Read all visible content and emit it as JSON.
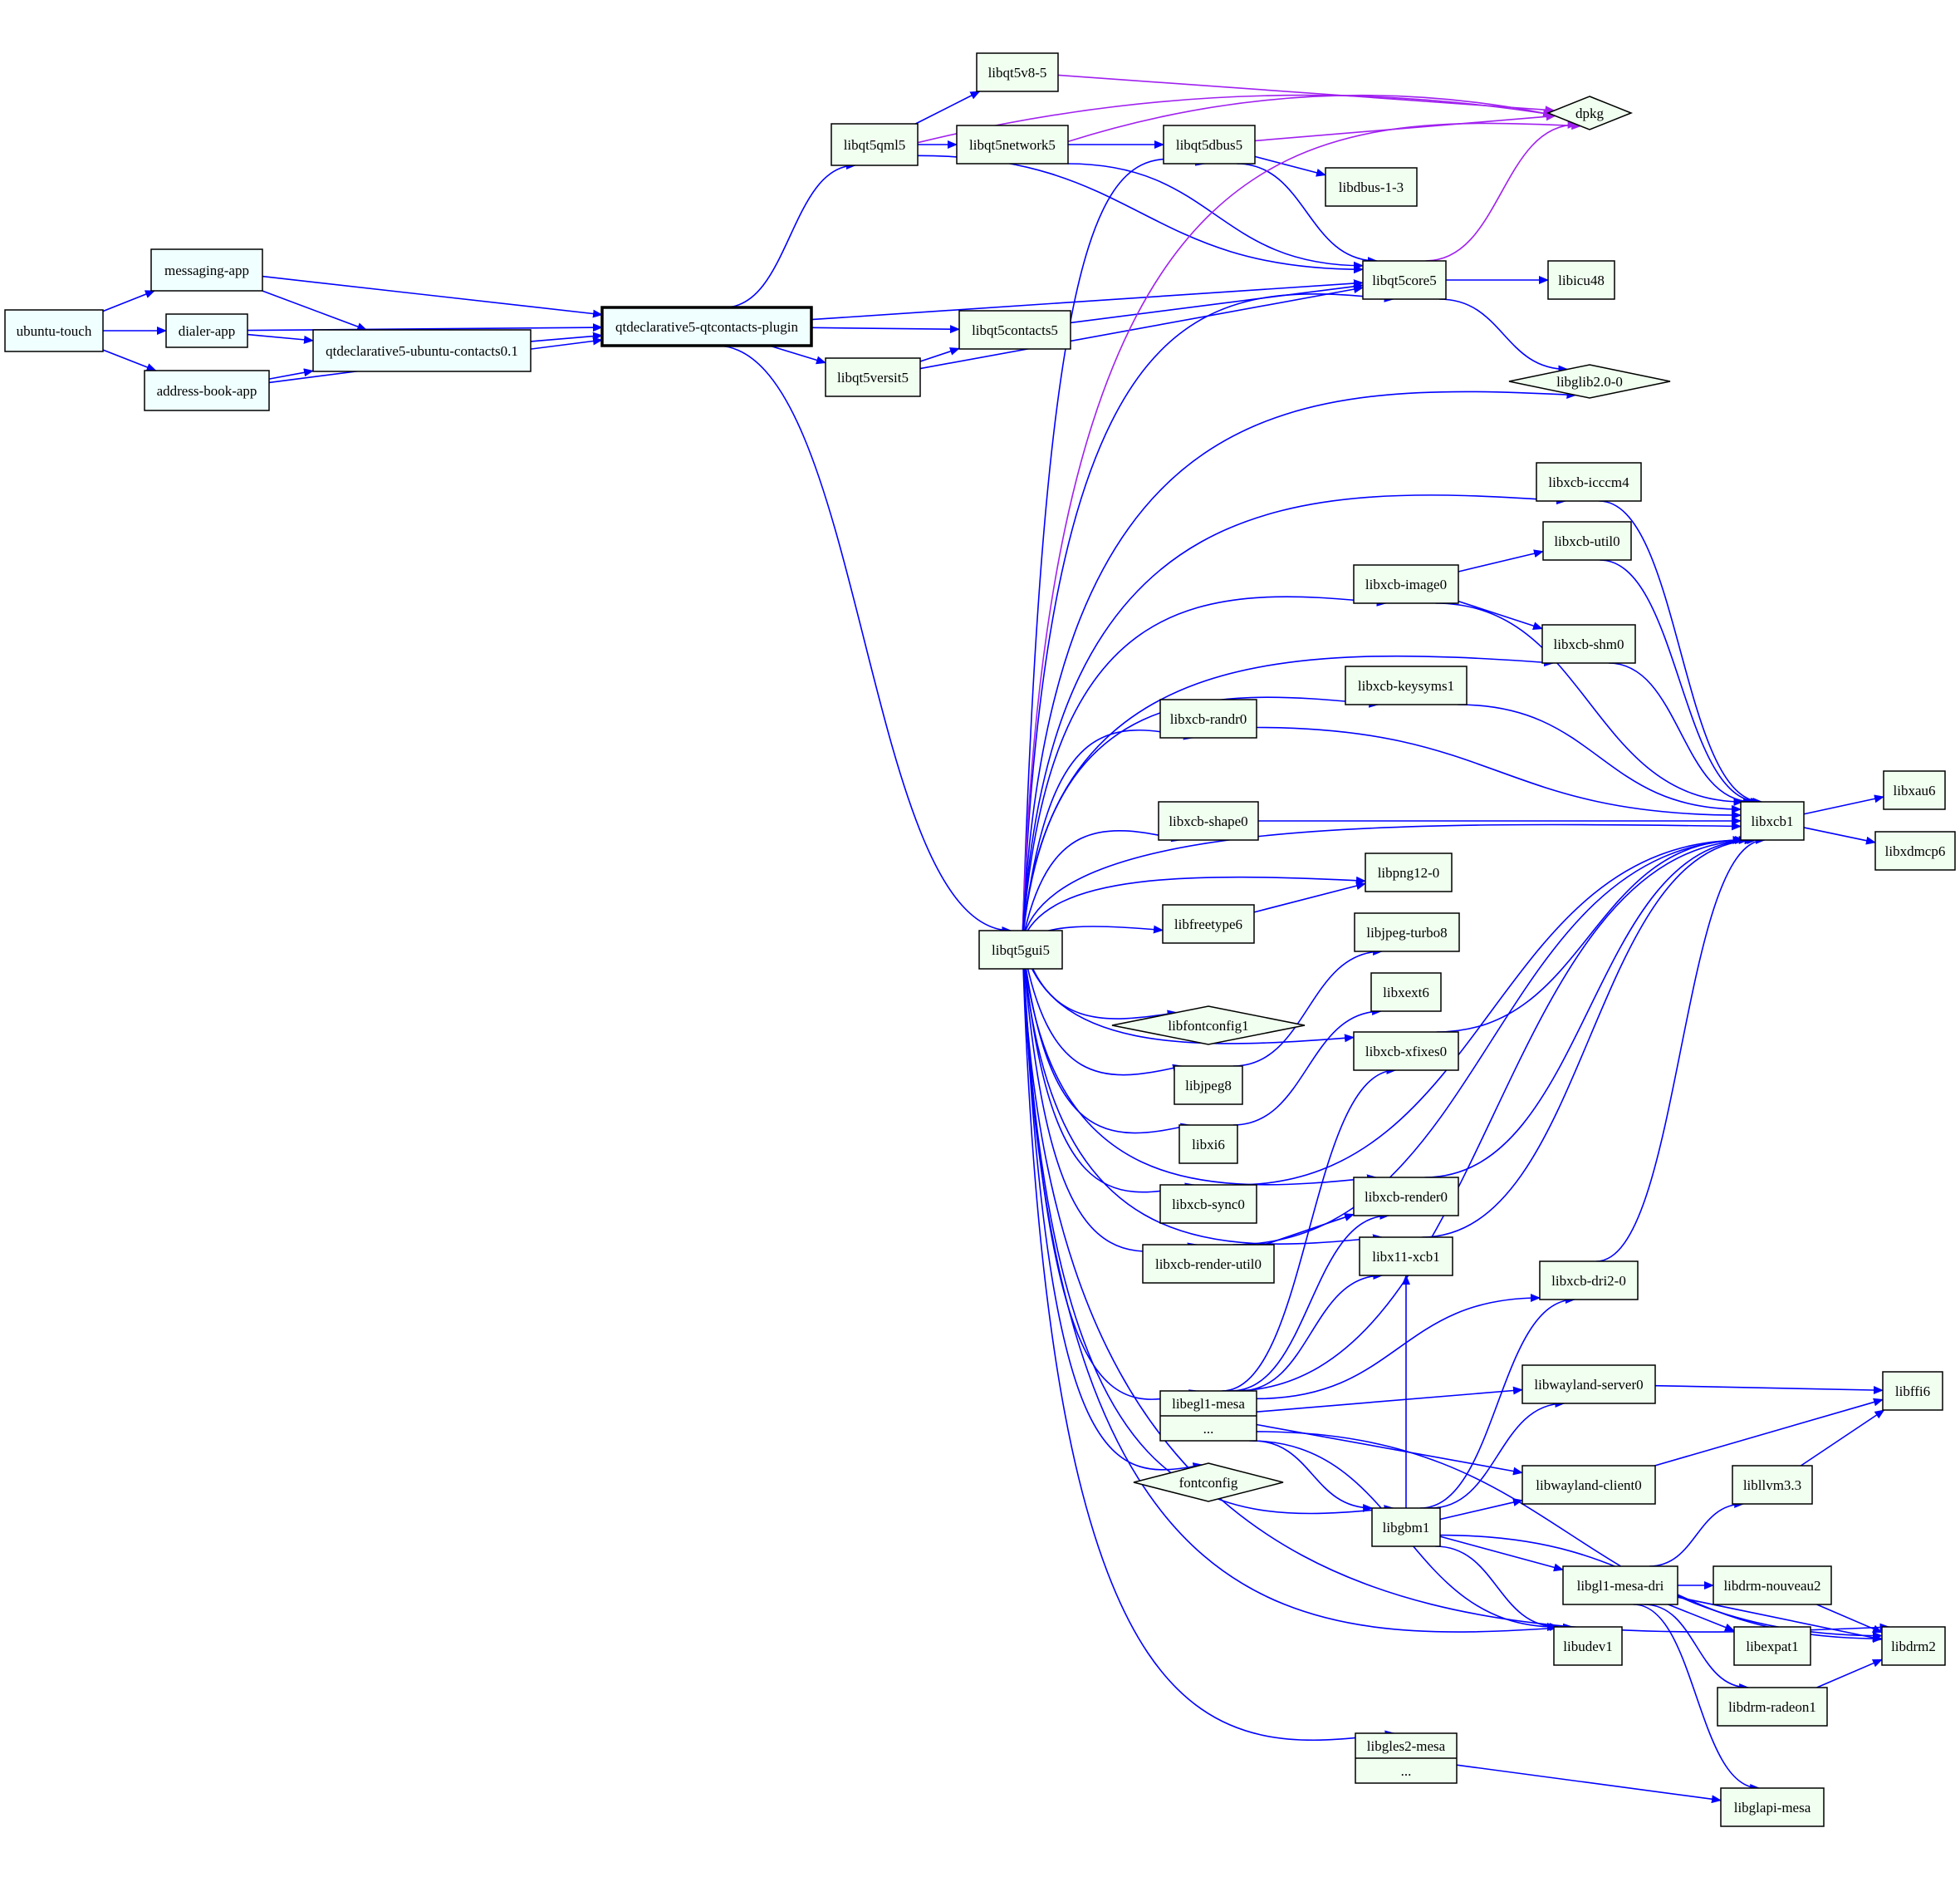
{
  "colors": {
    "edge": "#0000ff",
    "edge_dpkg": "#a020f0",
    "node_app": "#f0ffff",
    "node_lib": "#f0fff0",
    "border": "#000000"
  },
  "nodes": [
    {
      "id": "ubuntu-touch",
      "label": "ubuntu-touch",
      "shape": "box",
      "kind": "app"
    },
    {
      "id": "messaging-app",
      "label": "messaging-app",
      "shape": "box",
      "kind": "app"
    },
    {
      "id": "dialer-app",
      "label": "dialer-app",
      "shape": "box",
      "kind": "app"
    },
    {
      "id": "address-book-app",
      "label": "address-book-app",
      "shape": "box",
      "kind": "app"
    },
    {
      "id": "qtdeclarative5-ubuntu-contacts0.1",
      "label": "qtdeclarative5-ubuntu-contacts0.1",
      "shape": "box",
      "kind": "app"
    },
    {
      "id": "qtdeclarative5-qtcontacts-plugin",
      "label": "qtdeclarative5-qtcontacts-plugin",
      "shape": "box",
      "kind": "app",
      "bold": true
    },
    {
      "id": "libqt5qml5",
      "label": "libqt5qml5",
      "shape": "box",
      "kind": "lib"
    },
    {
      "id": "libqt5v8-5",
      "label": "libqt5v8-5",
      "shape": "box",
      "kind": "lib"
    },
    {
      "id": "libqt5network5",
      "label": "libqt5network5",
      "shape": "box",
      "kind": "lib"
    },
    {
      "id": "libqt5dbus5",
      "label": "libqt5dbus5",
      "shape": "box",
      "kind": "lib"
    },
    {
      "id": "dpkg",
      "label": "dpkg",
      "shape": "diamond",
      "kind": "lib"
    },
    {
      "id": "libdbus-1-3",
      "label": "libdbus-1-3",
      "shape": "box",
      "kind": "lib"
    },
    {
      "id": "libqt5core5",
      "label": "libqt5core5",
      "shape": "box",
      "kind": "lib"
    },
    {
      "id": "libicu48",
      "label": "libicu48",
      "shape": "box",
      "kind": "lib"
    },
    {
      "id": "libglib2.0-0",
      "label": "libglib2.0-0",
      "shape": "diamond",
      "kind": "lib"
    },
    {
      "id": "libqt5contacts5",
      "label": "libqt5contacts5",
      "shape": "box",
      "kind": "lib"
    },
    {
      "id": "libqt5versit5",
      "label": "libqt5versit5",
      "shape": "box",
      "kind": "lib"
    },
    {
      "id": "libqt5gui5",
      "label": "libqt5gui5",
      "shape": "box",
      "kind": "lib"
    },
    {
      "id": "libxcb-icccm4",
      "label": "libxcb-icccm4",
      "shape": "box",
      "kind": "lib"
    },
    {
      "id": "libxcb-util0",
      "label": "libxcb-util0",
      "shape": "box",
      "kind": "lib"
    },
    {
      "id": "libxcb-image0",
      "label": "libxcb-image0",
      "shape": "box",
      "kind": "lib"
    },
    {
      "id": "libxcb-shm0",
      "label": "libxcb-shm0",
      "shape": "box",
      "kind": "lib"
    },
    {
      "id": "libxcb-keysyms1",
      "label": "libxcb-keysyms1",
      "shape": "box",
      "kind": "lib"
    },
    {
      "id": "libxcb-randr0",
      "label": "libxcb-randr0",
      "shape": "box",
      "kind": "lib"
    },
    {
      "id": "libxcb1",
      "label": "libxcb1",
      "shape": "box",
      "kind": "lib"
    },
    {
      "id": "libxau6",
      "label": "libxau6",
      "shape": "box",
      "kind": "lib"
    },
    {
      "id": "libxdmcp6",
      "label": "libxdmcp6",
      "shape": "box",
      "kind": "lib"
    },
    {
      "id": "libxcb-shape0",
      "label": "libxcb-shape0",
      "shape": "box",
      "kind": "lib"
    },
    {
      "id": "libpng12-0",
      "label": "libpng12-0",
      "shape": "box",
      "kind": "lib"
    },
    {
      "id": "libfreetype6",
      "label": "libfreetype6",
      "shape": "box",
      "kind": "lib"
    },
    {
      "id": "libjpeg-turbo8",
      "label": "libjpeg-turbo8",
      "shape": "box",
      "kind": "lib"
    },
    {
      "id": "libxext6",
      "label": "libxext6",
      "shape": "box",
      "kind": "lib"
    },
    {
      "id": "libfontconfig1",
      "label": "libfontconfig1",
      "shape": "diamond",
      "kind": "lib"
    },
    {
      "id": "libxcb-xfixes0",
      "label": "libxcb-xfixes0",
      "shape": "box",
      "kind": "lib"
    },
    {
      "id": "libjpeg8",
      "label": "libjpeg8",
      "shape": "box",
      "kind": "lib"
    },
    {
      "id": "libxi6",
      "label": "libxi6",
      "shape": "box",
      "kind": "lib"
    },
    {
      "id": "libxcb-sync0",
      "label": "libxcb-sync0",
      "shape": "box",
      "kind": "lib"
    },
    {
      "id": "libxcb-render0",
      "label": "libxcb-render0",
      "shape": "box",
      "kind": "lib"
    },
    {
      "id": "libxcb-render-util0",
      "label": "libxcb-render-util0",
      "shape": "box",
      "kind": "lib"
    },
    {
      "id": "libx11-xcb1",
      "label": "libx11-xcb1",
      "shape": "box",
      "kind": "lib"
    },
    {
      "id": "libxcb-dri2-0",
      "label": "libxcb-dri2-0",
      "shape": "box",
      "kind": "lib"
    },
    {
      "id": "libegl1-mesa",
      "label": "libegl1-mesa",
      "sublabel": "...",
      "shape": "record",
      "kind": "lib"
    },
    {
      "id": "libwayland-server0",
      "label": "libwayland-server0",
      "shape": "box",
      "kind": "lib"
    },
    {
      "id": "libffi6",
      "label": "libffi6",
      "shape": "box",
      "kind": "lib"
    },
    {
      "id": "fontconfig",
      "label": "fontconfig",
      "shape": "diamond",
      "kind": "lib"
    },
    {
      "id": "libwayland-client0",
      "label": "libwayland-client0",
      "shape": "box",
      "kind": "lib"
    },
    {
      "id": "libllvm3.3",
      "label": "libllvm3.3",
      "shape": "box",
      "kind": "lib"
    },
    {
      "id": "libgbm1",
      "label": "libgbm1",
      "shape": "box",
      "kind": "lib"
    },
    {
      "id": "libgl1-mesa-dri",
      "label": "libgl1-mesa-dri",
      "shape": "box",
      "kind": "lib"
    },
    {
      "id": "libdrm-nouveau2",
      "label": "libdrm-nouveau2",
      "shape": "box",
      "kind": "lib"
    },
    {
      "id": "libdrm2",
      "label": "libdrm2",
      "shape": "box",
      "kind": "lib"
    },
    {
      "id": "libexpat1",
      "label": "libexpat1",
      "shape": "box",
      "kind": "lib"
    },
    {
      "id": "libudev1",
      "label": "libudev1",
      "shape": "box",
      "kind": "lib"
    },
    {
      "id": "libdrm-radeon1",
      "label": "libdrm-radeon1",
      "shape": "box",
      "kind": "lib"
    },
    {
      "id": "libgles2-mesa",
      "label": "libgles2-mesa",
      "sublabel": "...",
      "shape": "record",
      "kind": "lib"
    },
    {
      "id": "libglapi-mesa",
      "label": "libglapi-mesa",
      "shape": "box",
      "kind": "lib"
    }
  ],
  "edges": [
    [
      "ubuntu-touch",
      "messaging-app"
    ],
    [
      "ubuntu-touch",
      "dialer-app"
    ],
    [
      "ubuntu-touch",
      "address-book-app"
    ],
    [
      "messaging-app",
      "qtdeclarative5-qtcontacts-plugin"
    ],
    [
      "messaging-app",
      "qtdeclarative5-ubuntu-contacts0.1"
    ],
    [
      "dialer-app",
      "qtdeclarative5-qtcontacts-plugin"
    ],
    [
      "dialer-app",
      "qtdeclarative5-ubuntu-contacts0.1"
    ],
    [
      "address-book-app",
      "qtdeclarative5-ubuntu-contacts0.1"
    ],
    [
      "address-book-app",
      "qtdeclarative5-qtcontacts-plugin"
    ],
    [
      "qtdeclarative5-ubuntu-contacts0.1",
      "qtdeclarative5-qtcontacts-plugin"
    ],
    [
      "qtdeclarative5-qtcontacts-plugin",
      "libqt5qml5"
    ],
    [
      "qtdeclarative5-qtcontacts-plugin",
      "libqt5core5"
    ],
    [
      "qtdeclarative5-qtcontacts-plugin",
      "libqt5contacts5"
    ],
    [
      "qtdeclarative5-qtcontacts-plugin",
      "libqt5versit5"
    ],
    [
      "qtdeclarative5-qtcontacts-plugin",
      "libqt5gui5"
    ],
    [
      "libqt5qml5",
      "libqt5v8-5"
    ],
    [
      "libqt5qml5",
      "libqt5network5"
    ],
    [
      "libqt5qml5",
      "libqt5core5"
    ],
    [
      "libqt5qml5",
      "dpkg"
    ],
    [
      "libqt5v8-5",
      "dpkg"
    ],
    [
      "libqt5network5",
      "libqt5dbus5"
    ],
    [
      "libqt5network5",
      "libqt5core5"
    ],
    [
      "libqt5network5",
      "dpkg"
    ],
    [
      "libqt5dbus5",
      "dpkg"
    ],
    [
      "libqt5dbus5",
      "libdbus-1-3"
    ],
    [
      "libqt5dbus5",
      "libqt5core5"
    ],
    [
      "libqt5core5",
      "dpkg"
    ],
    [
      "libqt5core5",
      "libicu48"
    ],
    [
      "libqt5core5",
      "libglib2.0-0"
    ],
    [
      "libqt5contacts5",
      "libqt5core5"
    ],
    [
      "libqt5versit5",
      "libqt5contacts5"
    ],
    [
      "libqt5versit5",
      "libqt5core5"
    ],
    [
      "libqt5gui5",
      "libqt5dbus5"
    ],
    [
      "libqt5gui5",
      "libqt5core5"
    ],
    [
      "libqt5gui5",
      "dpkg"
    ],
    [
      "libqt5gui5",
      "libglib2.0-0"
    ],
    [
      "libqt5gui5",
      "libxcb-icccm4"
    ],
    [
      "libqt5gui5",
      "libxcb-image0"
    ],
    [
      "libqt5gui5",
      "libxcb-shm0"
    ],
    [
      "libqt5gui5",
      "libxcb-keysyms1"
    ],
    [
      "libqt5gui5",
      "libxcb-randr0"
    ],
    [
      "libqt5gui5",
      "libxcb1"
    ],
    [
      "libqt5gui5",
      "libxcb-shape0"
    ],
    [
      "libqt5gui5",
      "libpng12-0"
    ],
    [
      "libqt5gui5",
      "libfreetype6"
    ],
    [
      "libqt5gui5",
      "libxcb-xfixes0"
    ],
    [
      "libqt5gui5",
      "libfontconfig1"
    ],
    [
      "libqt5gui5",
      "libjpeg8"
    ],
    [
      "libqt5gui5",
      "libxi6"
    ],
    [
      "libqt5gui5",
      "libxcb-sync0"
    ],
    [
      "libqt5gui5",
      "libxcb-render-util0"
    ],
    [
      "libqt5gui5",
      "libxcb-render0"
    ],
    [
      "libqt5gui5",
      "libx11-xcb1"
    ],
    [
      "libqt5gui5",
      "libegl1-mesa"
    ],
    [
      "libqt5gui5",
      "fontconfig"
    ],
    [
      "libqt5gui5",
      "libgbm1"
    ],
    [
      "libqt5gui5",
      "libudev1"
    ],
    [
      "libqt5gui5",
      "libgles2-mesa"
    ],
    [
      "libqt5gui5",
      "libdrm2"
    ],
    [
      "libxcb-icccm4",
      "libxcb1"
    ],
    [
      "libxcb-util0",
      "libxcb1"
    ],
    [
      "libxcb-image0",
      "libxcb-util0"
    ],
    [
      "libxcb-image0",
      "libxcb-shm0"
    ],
    [
      "libxcb-image0",
      "libxcb1"
    ],
    [
      "libxcb-shm0",
      "libxcb1"
    ],
    [
      "libxcb-keysyms1",
      "libxcb1"
    ],
    [
      "libxcb-randr0",
      "libxcb1"
    ],
    [
      "libxcb-shape0",
      "libxcb1"
    ],
    [
      "libxcb1",
      "libxau6"
    ],
    [
      "libxcb1",
      "libxdmcp6"
    ],
    [
      "libfreetype6",
      "libpng12-0"
    ],
    [
      "libjpeg8",
      "libjpeg-turbo8"
    ],
    [
      "libxi6",
      "libxext6"
    ],
    [
      "libxcb-xfixes0",
      "libxcb1"
    ],
    [
      "libxcb-sync0",
      "libxcb1"
    ],
    [
      "libxcb-render0",
      "libxcb1"
    ],
    [
      "libxcb-render-util0",
      "libxcb-render0"
    ],
    [
      "libxcb-render-util0",
      "libxcb1"
    ],
    [
      "libx11-xcb1",
      "libxcb1"
    ],
    [
      "libxcb-dri2-0",
      "libxcb1"
    ],
    [
      "libegl1-mesa",
      "libxcb-xfixes0"
    ],
    [
      "libegl1-mesa",
      "libx11-xcb1"
    ],
    [
      "libegl1-mesa",
      "libxcb-dri2-0"
    ],
    [
      "libegl1-mesa",
      "libxcb1"
    ],
    [
      "libegl1-mesa",
      "libwayland-server0"
    ],
    [
      "libegl1-mesa",
      "libwayland-client0"
    ],
    [
      "libegl1-mesa",
      "libgbm1"
    ],
    [
      "libegl1-mesa",
      "libudev1"
    ],
    [
      "libegl1-mesa",
      "libdrm2"
    ],
    [
      "libegl1-mesa",
      "libxcb-render0"
    ],
    [
      "libwayland-server0",
      "libffi6"
    ],
    [
      "libwayland-client0",
      "libffi6"
    ],
    [
      "libllvm3.3",
      "libffi6"
    ],
    [
      "libgbm1",
      "libx11-xcb1"
    ],
    [
      "libgbm1",
      "libxcb-dri2-0"
    ],
    [
      "libgbm1",
      "libwayland-server0"
    ],
    [
      "libgbm1",
      "libwayland-client0"
    ],
    [
      "libgbm1",
      "libgl1-mesa-dri"
    ],
    [
      "libgbm1",
      "libudev1"
    ],
    [
      "libgbm1",
      "libdrm2"
    ],
    [
      "libgl1-mesa-dri",
      "libllvm3.3"
    ],
    [
      "libgl1-mesa-dri",
      "libdrm-nouveau2"
    ],
    [
      "libgl1-mesa-dri",
      "libexpat1"
    ],
    [
      "libgl1-mesa-dri",
      "libdrm-radeon1"
    ],
    [
      "libgl1-mesa-dri",
      "libglapi-mesa"
    ],
    [
      "libgl1-mesa-dri",
      "libdrm2"
    ],
    [
      "libdrm-nouveau2",
      "libdrm2"
    ],
    [
      "libdrm-radeon1",
      "libdrm2"
    ],
    [
      "libgles2-mesa",
      "libglapi-mesa"
    ]
  ]
}
